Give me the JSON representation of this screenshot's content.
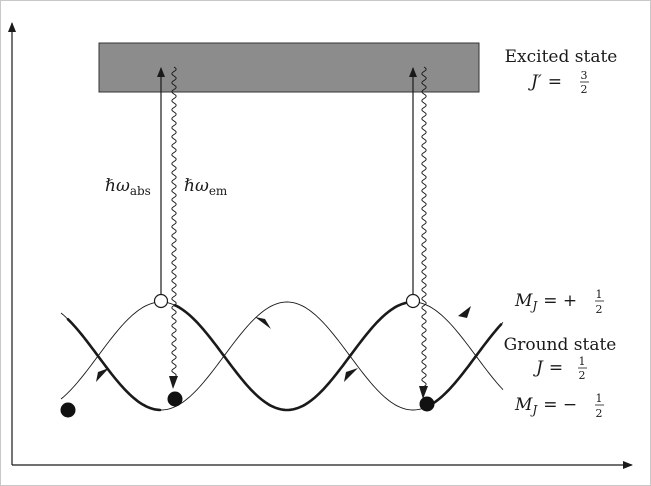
{
  "excited": {
    "title": "Excited state",
    "j_symbol": "J′",
    "equals": "=",
    "frac_num": "3",
    "frac_den": "2",
    "band_color": "#8c8c8c"
  },
  "ground": {
    "title": "Ground state",
    "j_symbol": "J",
    "equals": "=",
    "frac_num": "1",
    "frac_den": "2"
  },
  "sublevels": {
    "upper": {
      "symbol": "M",
      "subscript": "J",
      "relation": "= +",
      "frac_num": "1",
      "frac_den": "2"
    },
    "lower": {
      "symbol": "M",
      "subscript": "J",
      "relation": "= −",
      "frac_num": "1",
      "frac_den": "2"
    }
  },
  "transitions": {
    "absorption": {
      "symbol": "ℏω",
      "subscript": "abs"
    },
    "emission": {
      "symbol": "ℏω",
      "subscript": "em"
    }
  },
  "colors": {
    "ink": "#1a1a1a",
    "thin_curve": "#1a1a1a",
    "axis": "#1a1a1a"
  }
}
